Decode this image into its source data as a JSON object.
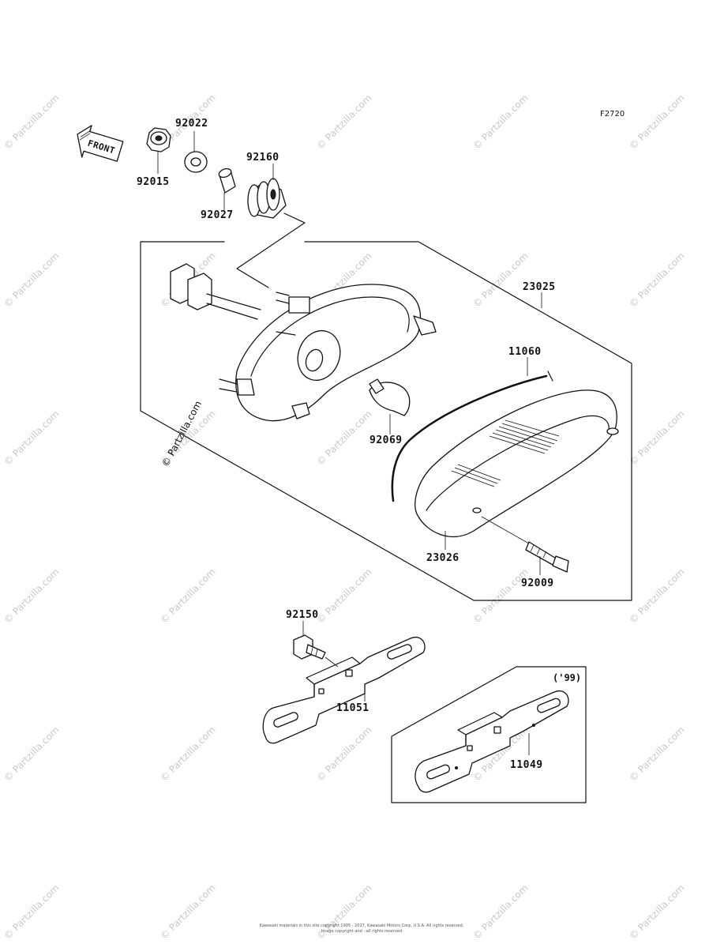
{
  "diagram": {
    "ref_code": "F2720",
    "front_label": "FRONT",
    "year_note": "('99)",
    "parts": {
      "p92015": "92015",
      "p92022": "92022",
      "p92027": "92027",
      "p92160": "92160",
      "p23025": "23025",
      "p11060": "11060",
      "p92069": "92069",
      "p23026": "23026",
      "p92009": "92009",
      "p92150": "92150",
      "p11051": "11051",
      "p11049": "11049"
    },
    "watermark": "© Partzilla.com",
    "footer": {
      "line1": "Kawasaki materials in this site copyright 1995 - 2017, Kawasaki Motors Corp, U.S.A. All rights reserved.",
      "line2": "Image copyright and - all rights reserved"
    }
  }
}
